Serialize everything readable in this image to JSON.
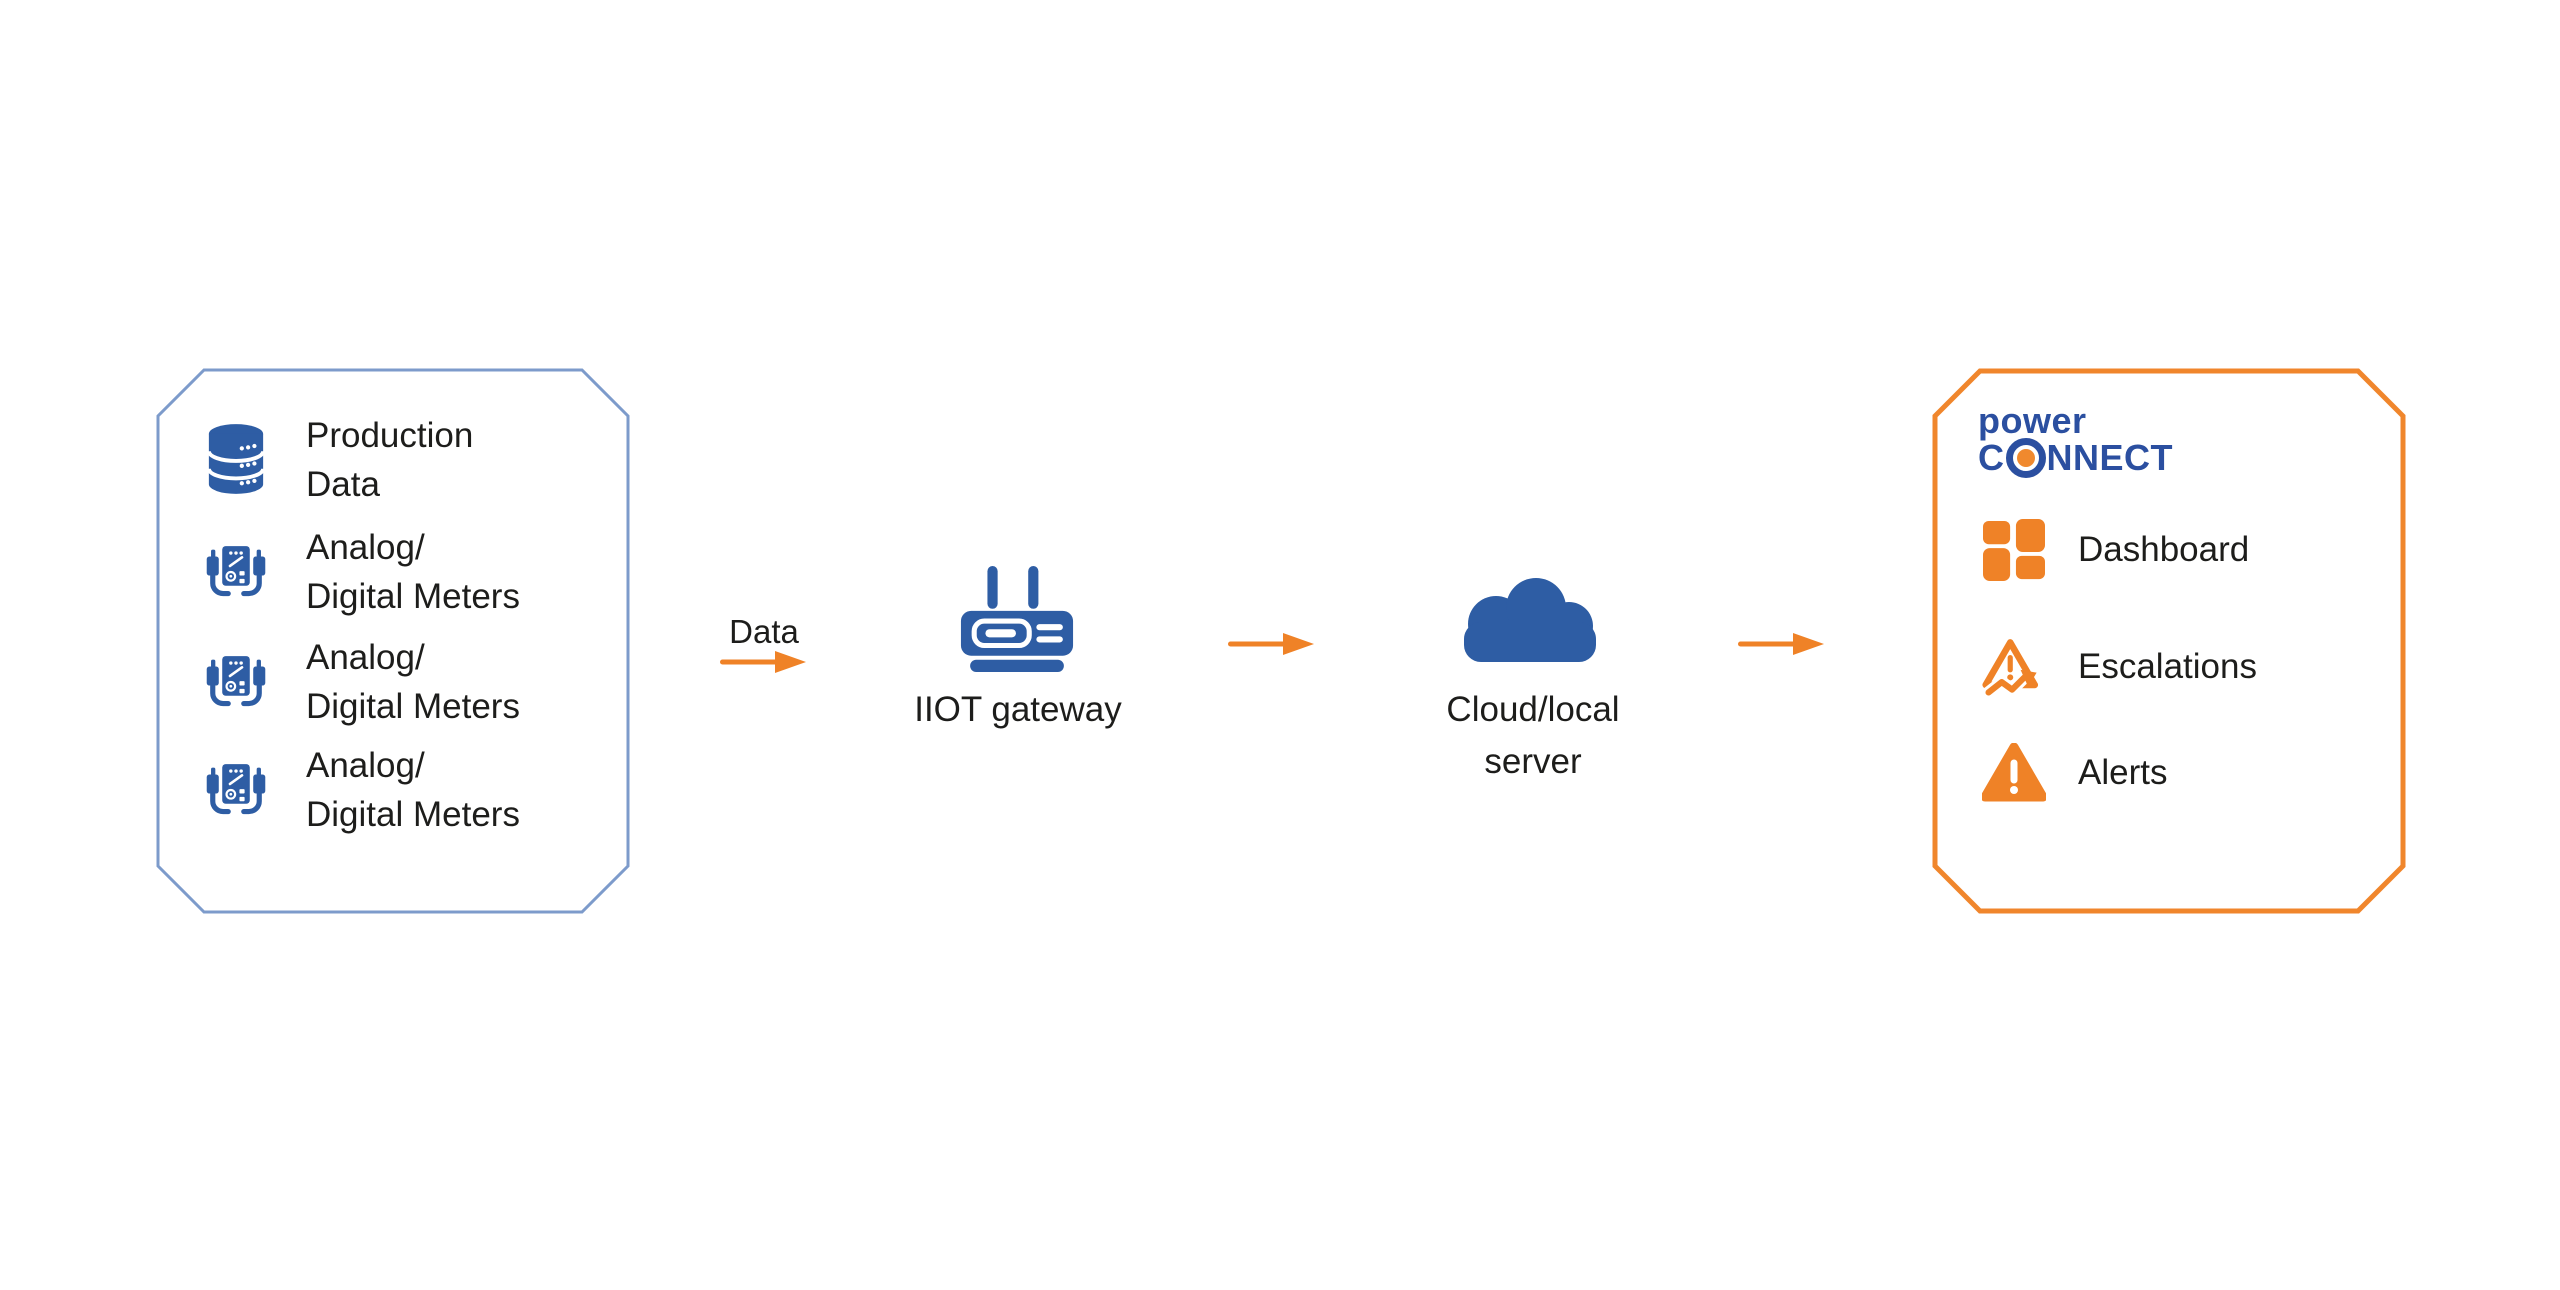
{
  "colors": {
    "icon_blue": "#2E5DA4",
    "source_border_blue": "#7D9BCB",
    "accent_orange": "#EF8227",
    "destination_border_orange": "#F0862C",
    "logo_blue": "#2B4FA0",
    "logo_dot_orange": "#F0892E",
    "text": "#1D1D1B"
  },
  "left_box": {
    "items": [
      {
        "icon": "database-icon",
        "line1": "Production",
        "line2": "Data"
      },
      {
        "icon": "meter-icon",
        "line1": "Analog/",
        "line2": "Digital Meters"
      },
      {
        "icon": "meter-icon",
        "line1": "Analog/",
        "line2": "Digital Meters"
      },
      {
        "icon": "meter-icon",
        "line1": "Analog/",
        "line2": "Digital Meters"
      }
    ]
  },
  "flow": {
    "data_label": "Data",
    "gateway_label": "IIOT gateway",
    "cloud_line1": "Cloud/local",
    "cloud_line2": "server"
  },
  "right_box": {
    "logo": {
      "line1": "power",
      "connect_prefix": "C",
      "connect_suffix": "NNECT"
    },
    "items": [
      {
        "icon": "dashboard-icon",
        "label": "Dashboard"
      },
      {
        "icon": "escalation-icon",
        "label": "Escalations"
      },
      {
        "icon": "alert-icon",
        "label": "Alerts"
      }
    ]
  }
}
